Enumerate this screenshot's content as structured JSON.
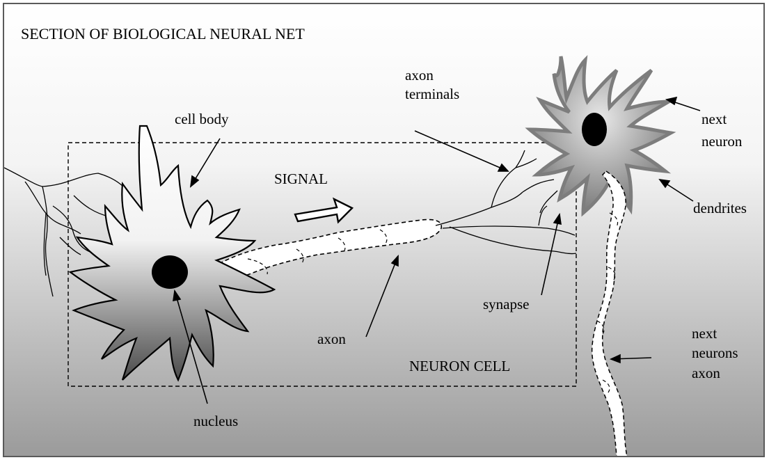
{
  "diagram": {
    "title": "SECTION OF BIOLOGICAL NEURAL NET",
    "region_label": "NEURON CELL",
    "signal_label": "SIGNAL",
    "labels": {
      "cell_body": "cell body",
      "axon_terminals_1": "axon",
      "axon_terminals_2": "terminals",
      "next_neuron_1": "next",
      "next_neuron_2": "neuron",
      "dendrites": "dendrites",
      "synapse": "synapse",
      "axon": "axon",
      "next_axon_1": "next",
      "next_axon_2": "neurons",
      "next_axon_3": "axon",
      "nucleus": "nucleus"
    },
    "colors": {
      "background_top": "#ffffff",
      "background_bottom": "#9a9a9a",
      "cell_light": "#f2f2f2",
      "cell_dark": "#555555",
      "outline": "#000000",
      "next_neuron_outline": "#8a8a8a"
    }
  }
}
